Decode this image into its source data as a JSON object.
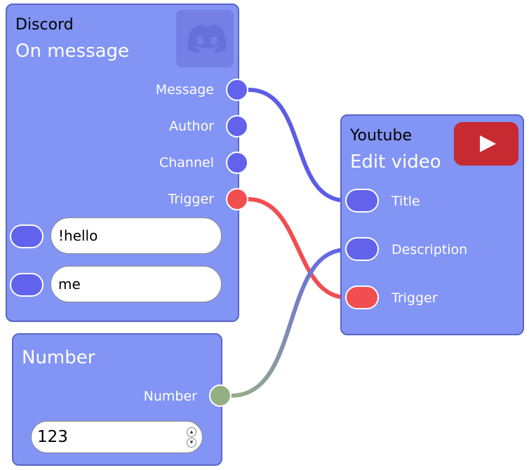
{
  "colors": {
    "node_bg": "#8294f4",
    "node_border": "#5a66c8",
    "data_port": "#6262ec",
    "trigger_port": "#f24d4f",
    "number_port": "#95af85",
    "wire_data": "#5c5ce6",
    "wire_trigger": "#f24d4f",
    "youtube_red": "#c72a31"
  },
  "discord_node": {
    "app": "Discord",
    "title": "On message",
    "icon": "discord-logo-icon",
    "outputs": [
      "Message",
      "Author",
      "Channel",
      "Trigger"
    ],
    "inputs": [
      {
        "value": "!hello"
      },
      {
        "value": "me"
      }
    ]
  },
  "youtube_node": {
    "app": "Youtube",
    "title": "Edit video",
    "icon": "youtube-logo-icon",
    "inputs": [
      "Title",
      "Description",
      "Trigger"
    ]
  },
  "number_node": {
    "title": "Number",
    "output": "Number",
    "value": "123"
  }
}
